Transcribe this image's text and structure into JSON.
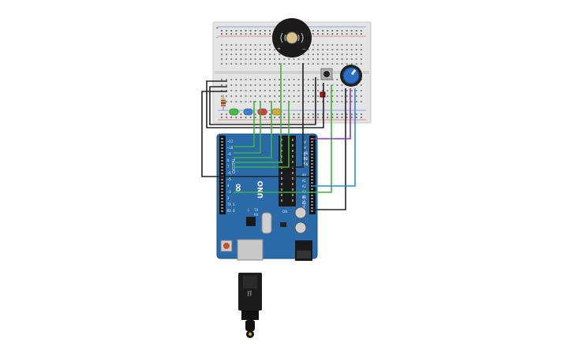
{
  "board": {
    "brand": "UNO",
    "logo": "∞",
    "header_left": "IOREF RESET 3V3 5V GND GND VIN",
    "pins_power": [
      "5V",
      "3V",
      "GND",
      "GND",
      "VIN"
    ],
    "pins_analog": [
      "A0",
      "A1",
      "A2",
      "A3",
      "A4",
      "A5"
    ],
    "pins_digital": [
      "~11",
      "~10",
      "~9",
      "8",
      "7",
      "~6",
      "~5",
      "4",
      "~3",
      "2",
      "TX 1",
      "RX 0"
    ],
    "label_aref": "AREF",
    "label_digital": "DIGITAL",
    "label_analog": "ANALOG IN",
    "label_power": "POWER",
    "label_tx": "TX",
    "label_rx": "RX",
    "label_on": "ON",
    "label_l": "L"
  },
  "breadboard": {
    "plus": "+",
    "minus": "−"
  },
  "buzzer": {
    "plus": "+",
    "minus": "−",
    "symbol": "((·))"
  },
  "leds": [
    {
      "color": "#3fbf3f",
      "name": "green"
    },
    {
      "color": "#3a7fd6",
      "name": "blue"
    },
    {
      "color": "#d63a3a",
      "name": "red"
    },
    {
      "color": "#d6a83a",
      "name": "yellow"
    }
  ],
  "wire_colors": {
    "green": "#3cb43c",
    "black": "#222222",
    "purple": "#8a3ab4",
    "blue": "#2a8ad6"
  }
}
